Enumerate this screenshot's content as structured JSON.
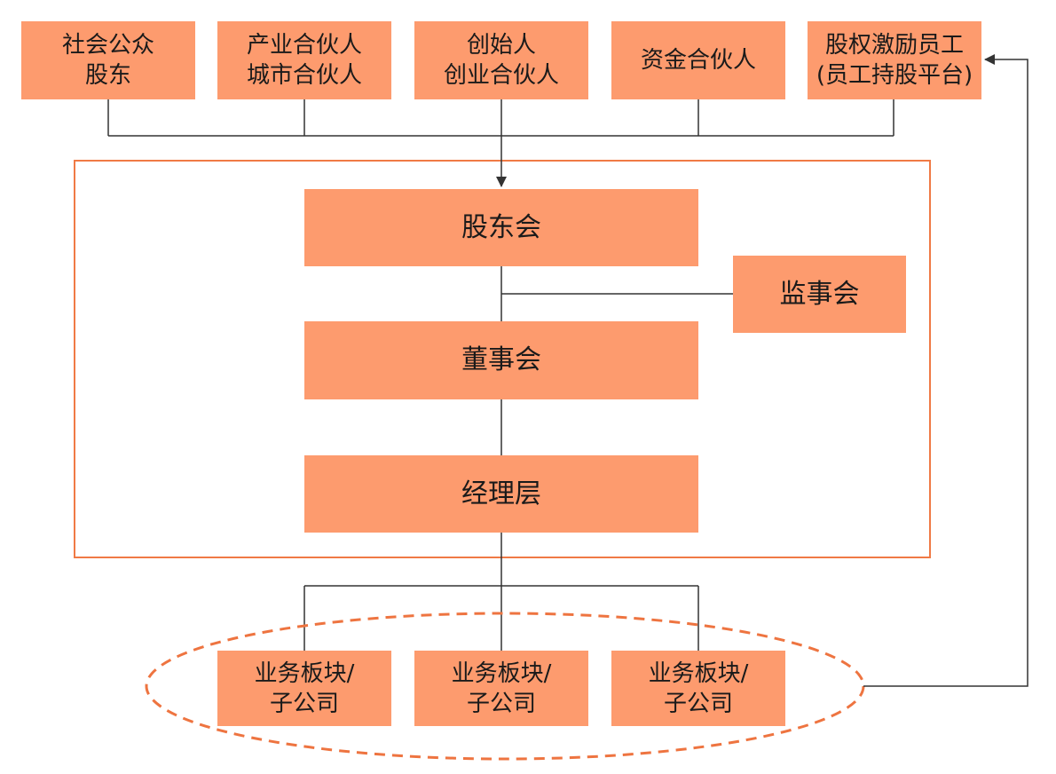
{
  "shareholders": [
    {
      "id": "public",
      "lines": [
        "社会公众",
        "股东"
      ]
    },
    {
      "id": "industry-city",
      "lines": [
        "产业合伙人",
        "城市合伙人"
      ]
    },
    {
      "id": "founder",
      "lines": [
        "创始人",
        "创业合伙人"
      ]
    },
    {
      "id": "capital",
      "lines": [
        "资金合伙人"
      ]
    },
    {
      "id": "esop",
      "lines": [
        "股权激励员工",
        "(员工持股平台)"
      ]
    }
  ],
  "governance": {
    "shareholders_meeting": "股东会",
    "supervisory_board": "监事会",
    "board_of_directors": "董事会",
    "management": "经理层"
  },
  "subsidiaries": [
    {
      "lines": [
        "业务板块/",
        "子公司"
      ]
    },
    {
      "lines": [
        "业务板块/",
        "子公司"
      ]
    },
    {
      "lines": [
        "业务板块/",
        "子公司"
      ]
    }
  ],
  "colors": {
    "box_fill": "#fd9b6e",
    "frame": "#f07a45",
    "dashed_ellipse": "#ee7440",
    "line": "#333333"
  }
}
